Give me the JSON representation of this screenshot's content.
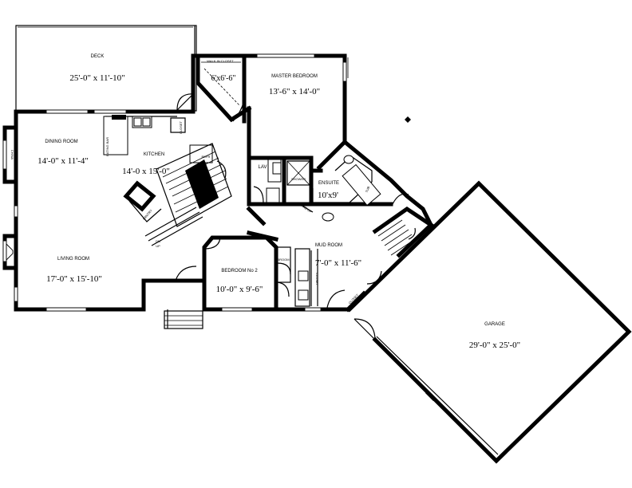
{
  "rooms": {
    "deck": {
      "name": "DECK",
      "size": "25'-0\" x 11'-10\""
    },
    "walk_in_closet": {
      "name": "WALK IN   CLOSET",
      "size": "6'x6'-6\""
    },
    "master_bedroom": {
      "name": "MASTER BEDROOM",
      "size": "13'-6\" x 14'-0\""
    },
    "dining_room": {
      "name": "DINING ROOM",
      "size": "14'-0\" x 11'-4\""
    },
    "kitchen": {
      "name": "KITCHEN",
      "size": "14'-0 x 15'-0\""
    },
    "lav": {
      "name": "LAV"
    },
    "ensuite": {
      "name": "ENSUITE",
      "size": "10'x9'"
    },
    "living_room": {
      "name": "LIVING ROOM",
      "size": "17'-0\" x 15'-10\""
    },
    "bedroom2": {
      "name": "BEDROOM No 2",
      "size": "10'-0\" x 9'-6\""
    },
    "mud_room": {
      "name": "MUD ROOM",
      "size": "7'-0\" x 11'-6\""
    },
    "garage": {
      "name": "GARAGE",
      "size": "29'-0\" x 25'-0\""
    }
  },
  "fixture_labels": {
    "china": "CHINA",
    "eating_bar": "EATING BAR",
    "pantry": "PANTRY",
    "fridge": "REFR",
    "closet": "CLOSET",
    "shower": "SHOWER",
    "tub": "TUB",
    "makeup": "MAKE-UP",
    "broom": "BROOM",
    "dn": "DN",
    "up": "UP"
  }
}
